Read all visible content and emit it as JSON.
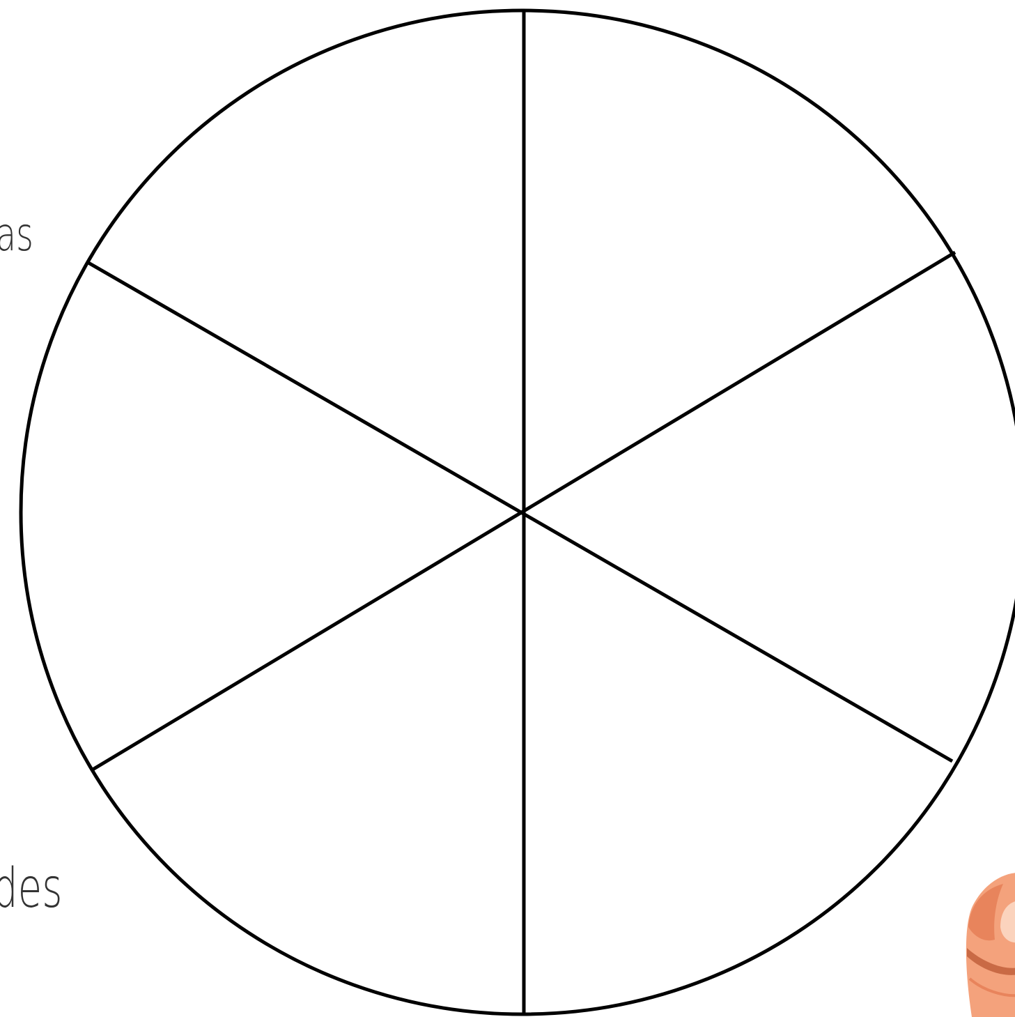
{
  "fragments": {
    "top_left": "as",
    "bottom_left": "des"
  },
  "wheel": {
    "segments": 6,
    "segment_labels": [
      "",
      "",
      "",
      "",
      "",
      ""
    ],
    "stroke_color": "#000000",
    "fill_color": "#ffffff"
  },
  "illustration": {
    "icon": "hand-finger-icon",
    "colors": [
      "#f4a27c",
      "#e8845c",
      "#fbd3bd",
      "#c96a45"
    ]
  },
  "text_color": "#333333"
}
